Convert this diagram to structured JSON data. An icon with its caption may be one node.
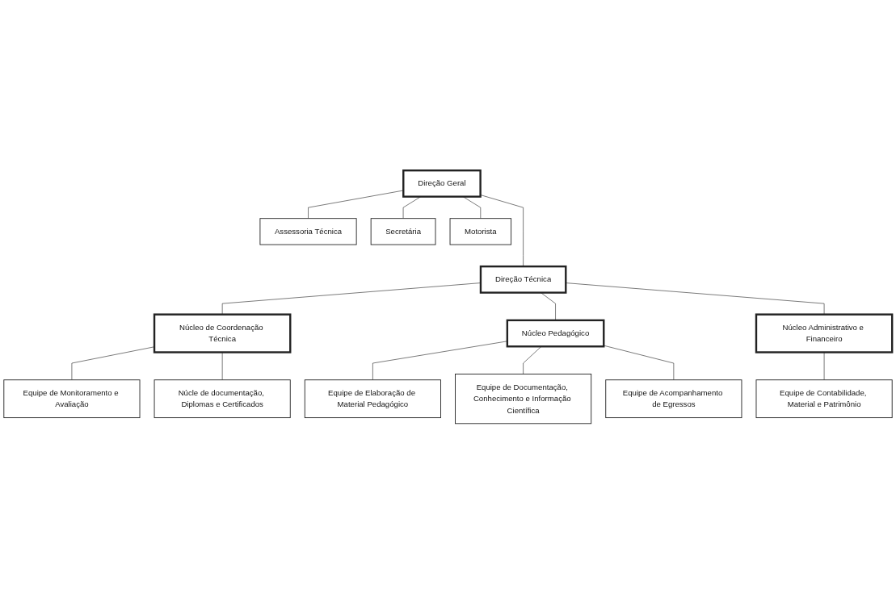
{
  "diagram": {
    "nodes": [
      {
        "text": [
          "Direção Geral"
        ]
      },
      {
        "text": [
          "Assessoria Técnica"
        ]
      },
      {
        "text": [
          "Secretária"
        ]
      },
      {
        "text": [
          "Motorista"
        ]
      },
      {
        "text": [
          "Direção Técnica"
        ]
      },
      {
        "text": [
          "Núcleo de Coordenação Técnica"
        ]
      },
      {
        "text": [
          "Núcleo Pedagógico"
        ]
      },
      {
        "text": [
          "Núcleo Administrativo e Financeiro"
        ]
      },
      {
        "text": [
          "Equipe de Monitoramento e Avaliação"
        ]
      },
      {
        "text": [
          "Núcle de documentação, Diplomas e Certificados"
        ]
      },
      {
        "text": [
          "Equipe de Elaboração de Material Pedagógico"
        ]
      },
      {
        "text": [
          "Equipe de Documentação, Conhecimento e Informação Científica"
        ]
      },
      {
        "text": [
          "Equipe de Acompanhamento de Egressos"
        ]
      },
      {
        "text": [
          "Equipe de Contabilidade, Material e Patrimônio"
        ]
      }
    ],
    "edges": [
      {
        "from": 0,
        "to": 1,
        "arrow": "none"
      },
      {
        "from": 0,
        "to": 2,
        "arrow": "none"
      },
      {
        "from": 0,
        "to": 3,
        "arrow": "none"
      },
      {
        "from": 0,
        "to": 4,
        "arrow": "none"
      },
      {
        "from": 4,
        "to": 5,
        "arrow": "none"
      },
      {
        "from": 4,
        "to": 6,
        "arrow": "none"
      },
      {
        "from": 4,
        "to": 7,
        "arrow": "none"
      },
      {
        "from": 5,
        "to": 8,
        "arrow": "none"
      },
      {
        "from": 5,
        "to": 9,
        "arrow": "none"
      },
      {
        "from": 6,
        "to": 10,
        "arrow": "none"
      },
      {
        "from": 6,
        "to": 11,
        "arrow": "none"
      },
      {
        "from": 6,
        "to": 12,
        "arrow": "none"
      },
      {
        "from": 7,
        "to": 13,
        "arrow": "none"
      }
    ]
  }
}
